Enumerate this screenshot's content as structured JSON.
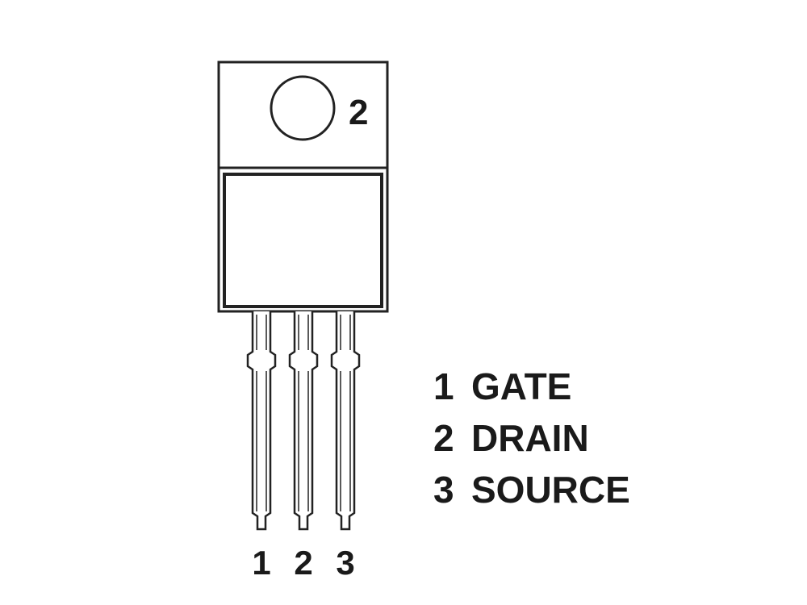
{
  "tab": {
    "pin_label": "2"
  },
  "pins": [
    {
      "number": "1"
    },
    {
      "number": "2"
    },
    {
      "number": "3"
    }
  ],
  "legend": [
    {
      "number": "1",
      "name": "GATE"
    },
    {
      "number": "2",
      "name": "DRAIN"
    },
    {
      "number": "3",
      "name": "SOURCE"
    }
  ]
}
